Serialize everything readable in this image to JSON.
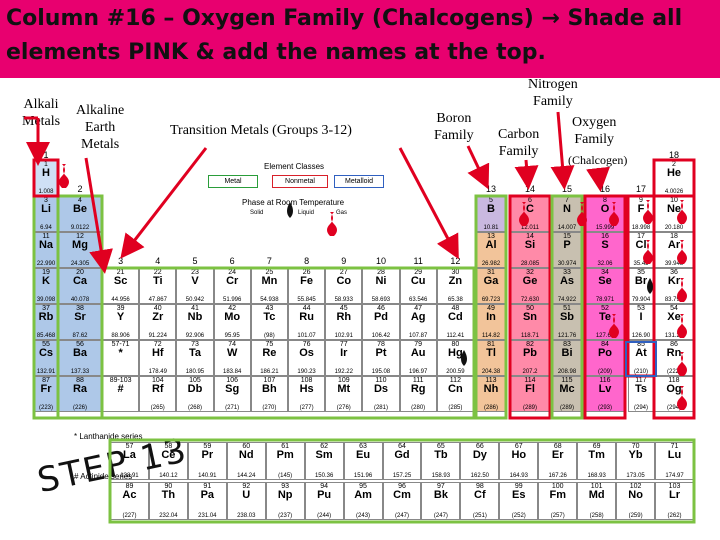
{
  "banner": {
    "line1": "Column #16 – Oxygen Family (Chalcogens) → Shade all",
    "line2": "elements PINK & add the names at the top."
  },
  "labels": {
    "alkali": "Alkali",
    "metals": "Metals",
    "alkaline1": "Alkaline",
    "alkaline2": "Earth",
    "alkaline3": "Metals",
    "transition": "Transition Metals (Groups 3-12)",
    "boron1": "Boron",
    "boron2": "Family",
    "carbon1": "Carbon",
    "carbon2": "Family",
    "nitrogen1": "Nitrogen",
    "nitrogen2": "Family",
    "oxygen1": "Oxygen",
    "oxygen2": "Family",
    "chalcogen": "(Chalcogen)"
  },
  "legend": {
    "title": "Element Classes",
    "metal": "Metal",
    "nonmetal": "Nonmetal",
    "metalloid": "Metalloid",
    "phase_title": "Phase at Room Temperature",
    "solid": "Solid",
    "liquid": "Liquid",
    "gas": "Gas"
  },
  "group_numbers": [
    "1",
    "2",
    "3",
    "4",
    "5",
    "6",
    "7",
    "8",
    "9",
    "10",
    "11",
    "12",
    "13",
    "14",
    "15",
    "16",
    "17",
    "18"
  ],
  "elements": [
    {
      "z": "1",
      "s": "H",
      "m": "1.008",
      "c": "#cfe0f5",
      "col": 1,
      "row": 1
    },
    {
      "z": "2",
      "s": "He",
      "m": "4.0026",
      "c": "#ffffff",
      "col": 18,
      "row": 1
    },
    {
      "z": "3",
      "s": "Li",
      "m": "6.94",
      "c": "#aec8e8",
      "col": 1,
      "row": 2
    },
    {
      "z": "4",
      "s": "Be",
      "m": "9.0122",
      "c": "#aec8e8",
      "col": 2,
      "row": 2
    },
    {
      "z": "5",
      "s": "B",
      "m": "10.81",
      "c": "#c9b8e0",
      "col": 13,
      "row": 2
    },
    {
      "z": "6",
      "s": "C",
      "m": "12.011",
      "c": "#ff8aa8",
      "col": 14,
      "row": 2
    },
    {
      "z": "7",
      "s": "N",
      "m": "14.007",
      "c": "#c8c0b0",
      "col": 15,
      "row": 2
    },
    {
      "z": "8",
      "s": "O",
      "m": "15.999",
      "c": "#ff66cc",
      "col": 16,
      "row": 2
    },
    {
      "z": "9",
      "s": "F",
      "m": "18.998",
      "c": "#ffffff",
      "col": 17,
      "row": 2
    },
    {
      "z": "10",
      "s": "Ne",
      "m": "20.180",
      "c": "#ffffff",
      "col": 18,
      "row": 2
    },
    {
      "z": "11",
      "s": "Na",
      "m": "22.990",
      "c": "#aec8e8",
      "col": 1,
      "row": 3
    },
    {
      "z": "12",
      "s": "Mg",
      "m": "24.305",
      "c": "#aec8e8",
      "col": 2,
      "row": 3
    },
    {
      "z": "13",
      "s": "Al",
      "m": "26.982",
      "c": "#f2c49a",
      "col": 13,
      "row": 3
    },
    {
      "z": "14",
      "s": "Si",
      "m": "28.085",
      "c": "#ff8aa8",
      "col": 14,
      "row": 3
    },
    {
      "z": "15",
      "s": "P",
      "m": "30.974",
      "c": "#c8c0b0",
      "col": 15,
      "row": 3
    },
    {
      "z": "16",
      "s": "S",
      "m": "32.06",
      "c": "#ff66cc",
      "col": 16,
      "row": 3
    },
    {
      "z": "17",
      "s": "Cl",
      "m": "35.45",
      "c": "#ffffff",
      "col": 17,
      "row": 3
    },
    {
      "z": "18",
      "s": "Ar",
      "m": "39.948",
      "c": "#ffffff",
      "col": 18,
      "row": 3
    },
    {
      "z": "19",
      "s": "K",
      "m": "39.098",
      "c": "#aec8e8",
      "col": 1,
      "row": 4
    },
    {
      "z": "20",
      "s": "Ca",
      "m": "40.078",
      "c": "#aec8e8",
      "col": 2,
      "row": 4
    },
    {
      "z": "21",
      "s": "Sc",
      "m": "44.956",
      "c": "#ffffff",
      "col": 3,
      "row": 4
    },
    {
      "z": "22",
      "s": "Ti",
      "m": "47.867",
      "c": "#ffffff",
      "col": 4,
      "row": 4
    },
    {
      "z": "23",
      "s": "V",
      "m": "50.942",
      "c": "#ffffff",
      "col": 5,
      "row": 4
    },
    {
      "z": "24",
      "s": "Cr",
      "m": "51.996",
      "c": "#ffffff",
      "col": 6,
      "row": 4
    },
    {
      "z": "25",
      "s": "Mn",
      "m": "54.938",
      "c": "#ffffff",
      "col": 7,
      "row": 4
    },
    {
      "z": "26",
      "s": "Fe",
      "m": "55.845",
      "c": "#ffffff",
      "col": 8,
      "row": 4
    },
    {
      "z": "27",
      "s": "Co",
      "m": "58.933",
      "c": "#ffffff",
      "col": 9,
      "row": 4
    },
    {
      "z": "28",
      "s": "Ni",
      "m": "58.693",
      "c": "#ffffff",
      "col": 10,
      "row": 4
    },
    {
      "z": "29",
      "s": "Cu",
      "m": "63.546",
      "c": "#ffffff",
      "col": 11,
      "row": 4
    },
    {
      "z": "30",
      "s": "Zn",
      "m": "65.38",
      "c": "#ffffff",
      "col": 12,
      "row": 4
    },
    {
      "z": "31",
      "s": "Ga",
      "m": "69.723",
      "c": "#f2c49a",
      "col": 13,
      "row": 4
    },
    {
      "z": "32",
      "s": "Ge",
      "m": "72.630",
      "c": "#ff8aa8",
      "col": 14,
      "row": 4
    },
    {
      "z": "33",
      "s": "As",
      "m": "74.922",
      "c": "#c8c0b0",
      "col": 15,
      "row": 4
    },
    {
      "z": "34",
      "s": "Se",
      "m": "78.971",
      "c": "#ff66cc",
      "col": 16,
      "row": 4
    },
    {
      "z": "35",
      "s": "Br",
      "m": "79.904",
      "c": "#ffffff",
      "col": 17,
      "row": 4
    },
    {
      "z": "36",
      "s": "Kr",
      "m": "83.798",
      "c": "#ffffff",
      "col": 18,
      "row": 4
    },
    {
      "z": "37",
      "s": "Rb",
      "m": "85.468",
      "c": "#aec8e8",
      "col": 1,
      "row": 5
    },
    {
      "z": "38",
      "s": "Sr",
      "m": "87.62",
      "c": "#aec8e8",
      "col": 2,
      "row": 5
    },
    {
      "z": "39",
      "s": "Y",
      "m": "88.906",
      "c": "#ffffff",
      "col": 3,
      "row": 5
    },
    {
      "z": "40",
      "s": "Zr",
      "m": "91.224",
      "c": "#ffffff",
      "col": 4,
      "row": 5
    },
    {
      "z": "41",
      "s": "Nb",
      "m": "92.906",
      "c": "#ffffff",
      "col": 5,
      "row": 5
    },
    {
      "z": "42",
      "s": "Mo",
      "m": "95.95",
      "c": "#ffffff",
      "col": 6,
      "row": 5
    },
    {
      "z": "43",
      "s": "Tc",
      "m": "(98)",
      "c": "#ffffff",
      "col": 7,
      "row": 5
    },
    {
      "z": "44",
      "s": "Ru",
      "m": "101.07",
      "c": "#ffffff",
      "col": 8,
      "row": 5
    },
    {
      "z": "45",
      "s": "Rh",
      "m": "102.91",
      "c": "#ffffff",
      "col": 9,
      "row": 5
    },
    {
      "z": "46",
      "s": "Pd",
      "m": "106.42",
      "c": "#ffffff",
      "col": 10,
      "row": 5
    },
    {
      "z": "47",
      "s": "Ag",
      "m": "107.87",
      "c": "#ffffff",
      "col": 11,
      "row": 5
    },
    {
      "z": "48",
      "s": "Cd",
      "m": "112.41",
      "c": "#ffffff",
      "col": 12,
      "row": 5
    },
    {
      "z": "49",
      "s": "In",
      "m": "114.82",
      "c": "#f2c49a",
      "col": 13,
      "row": 5
    },
    {
      "z": "50",
      "s": "Sn",
      "m": "118.71",
      "c": "#ff8aa8",
      "col": 14,
      "row": 5
    },
    {
      "z": "51",
      "s": "Sb",
      "m": "121.76",
      "c": "#c8c0b0",
      "col": 15,
      "row": 5
    },
    {
      "z": "52",
      "s": "Te",
      "m": "127.60",
      "c": "#ff66cc",
      "col": 16,
      "row": 5
    },
    {
      "z": "53",
      "s": "I",
      "m": "126.90",
      "c": "#ffffff",
      "col": 17,
      "row": 5
    },
    {
      "z": "54",
      "s": "Xe",
      "m": "131.29",
      "c": "#ffffff",
      "col": 18,
      "row": 5
    },
    {
      "z": "55",
      "s": "Cs",
      "m": "132.91",
      "c": "#aec8e8",
      "col": 1,
      "row": 6
    },
    {
      "z": "56",
      "s": "Ba",
      "m": "137.33",
      "c": "#aec8e8",
      "col": 2,
      "row": 6
    },
    {
      "z": "57-71",
      "s": "*",
      "m": "",
      "c": "#ffffff",
      "col": 3,
      "row": 6
    },
    {
      "z": "72",
      "s": "Hf",
      "m": "178.49",
      "c": "#ffffff",
      "col": 4,
      "row": 6
    },
    {
      "z": "73",
      "s": "Ta",
      "m": "180.95",
      "c": "#ffffff",
      "col": 5,
      "row": 6
    },
    {
      "z": "74",
      "s": "W",
      "m": "183.84",
      "c": "#ffffff",
      "col": 6,
      "row": 6
    },
    {
      "z": "75",
      "s": "Re",
      "m": "186.21",
      "c": "#ffffff",
      "col": 7,
      "row": 6
    },
    {
      "z": "76",
      "s": "Os",
      "m": "190.23",
      "c": "#ffffff",
      "col": 8,
      "row": 6
    },
    {
      "z": "77",
      "s": "Ir",
      "m": "192.22",
      "c": "#ffffff",
      "col": 9,
      "row": 6
    },
    {
      "z": "78",
      "s": "Pt",
      "m": "195.08",
      "c": "#ffffff",
      "col": 10,
      "row": 6
    },
    {
      "z": "79",
      "s": "Au",
      "m": "196.97",
      "c": "#ffffff",
      "col": 11,
      "row": 6
    },
    {
      "z": "80",
      "s": "Hg",
      "m": "200.59",
      "c": "#ffffff",
      "col": 12,
      "row": 6
    },
    {
      "z": "81",
      "s": "Tl",
      "m": "204.38",
      "c": "#f2c49a",
      "col": 13,
      "row": 6
    },
    {
      "z": "82",
      "s": "Pb",
      "m": "207.2",
      "c": "#ff8aa8",
      "col": 14,
      "row": 6
    },
    {
      "z": "83",
      "s": "Bi",
      "m": "208.98",
      "c": "#c8c0b0",
      "col": 15,
      "row": 6
    },
    {
      "z": "84",
      "s": "Po",
      "m": "(209)",
      "c": "#ff66cc",
      "col": 16,
      "row": 6
    },
    {
      "z": "85",
      "s": "At",
      "m": "(210)",
      "c": "#ffffff",
      "col": 17,
      "row": 6
    },
    {
      "z": "86",
      "s": "Rn",
      "m": "(222)",
      "c": "#ffffff",
      "col": 18,
      "row": 6
    },
    {
      "z": "87",
      "s": "Fr",
      "m": "(223)",
      "c": "#aec8e8",
      "col": 1,
      "row": 7
    },
    {
      "z": "88",
      "s": "Ra",
      "m": "(226)",
      "c": "#aec8e8",
      "col": 2,
      "row": 7
    },
    {
      "z": "89-103",
      "s": "#",
      "m": "",
      "c": "#ffffff",
      "col": 3,
      "row": 7
    },
    {
      "z": "104",
      "s": "Rf",
      "m": "(265)",
      "c": "#ffffff",
      "col": 4,
      "row": 7
    },
    {
      "z": "105",
      "s": "Db",
      "m": "(268)",
      "c": "#ffffff",
      "col": 5,
      "row": 7
    },
    {
      "z": "106",
      "s": "Sg",
      "m": "(271)",
      "c": "#ffffff",
      "col": 6,
      "row": 7
    },
    {
      "z": "107",
      "s": "Bh",
      "m": "(270)",
      "c": "#ffffff",
      "col": 7,
      "row": 7
    },
    {
      "z": "108",
      "s": "Hs",
      "m": "(277)",
      "c": "#ffffff",
      "col": 8,
      "row": 7
    },
    {
      "z": "109",
      "s": "Mt",
      "m": "(276)",
      "c": "#ffffff",
      "col": 9,
      "row": 7
    },
    {
      "z": "110",
      "s": "Ds",
      "m": "(281)",
      "c": "#ffffff",
      "col": 10,
      "row": 7
    },
    {
      "z": "111",
      "s": "Rg",
      "m": "(280)",
      "c": "#ffffff",
      "col": 11,
      "row": 7
    },
    {
      "z": "112",
      "s": "Cn",
      "m": "(285)",
      "c": "#ffffff",
      "col": 12,
      "row": 7
    },
    {
      "z": "113",
      "s": "Nh",
      "m": "(286)",
      "c": "#f2c49a",
      "col": 13,
      "row": 7
    },
    {
      "z": "114",
      "s": "Fl",
      "m": "(289)",
      "c": "#ff8aa8",
      "col": 14,
      "row": 7
    },
    {
      "z": "115",
      "s": "Mc",
      "m": "(289)",
      "c": "#c8c0b0",
      "col": 15,
      "row": 7
    },
    {
      "z": "116",
      "s": "Lv",
      "m": "(293)",
      "c": "#ff66cc",
      "col": 16,
      "row": 7
    },
    {
      "z": "117",
      "s": "Ts",
      "m": "(294)",
      "c": "#ffffff",
      "col": 17,
      "row": 7
    },
    {
      "z": "118",
      "s": "Og",
      "m": "(294)",
      "c": "#ffffff",
      "col": 18,
      "row": 7
    },
    {
      "z": "57",
      "s": "La",
      "m": "138.91",
      "c": "#ffffff",
      "col": 4,
      "row": 9
    },
    {
      "z": "58",
      "s": "Ce",
      "m": "140.12",
      "c": "#ffffff",
      "col": 5,
      "row": 9
    },
    {
      "z": "59",
      "s": "Pr",
      "m": "140.91",
      "c": "#ffffff",
      "col": 6,
      "row": 9
    },
    {
      "z": "60",
      "s": "Nd",
      "m": "144.24",
      "c": "#ffffff",
      "col": 7,
      "row": 9
    },
    {
      "z": "61",
      "s": "Pm",
      "m": "(145)",
      "c": "#ffffff",
      "col": 8,
      "row": 9
    },
    {
      "z": "62",
      "s": "Sm",
      "m": "150.36",
      "c": "#ffffff",
      "col": 9,
      "row": 9
    },
    {
      "z": "63",
      "s": "Eu",
      "m": "151.96",
      "c": "#ffffff",
      "col": 10,
      "row": 9
    },
    {
      "z": "64",
      "s": "Gd",
      "m": "157.25",
      "c": "#ffffff",
      "col": 11,
      "row": 9
    },
    {
      "z": "65",
      "s": "Tb",
      "m": "158.93",
      "c": "#ffffff",
      "col": 12,
      "row": 9
    },
    {
      "z": "66",
      "s": "Dy",
      "m": "162.50",
      "c": "#ffffff",
      "col": 13,
      "row": 9
    },
    {
      "z": "67",
      "s": "Ho",
      "m": "164.93",
      "c": "#ffffff",
      "col": 14,
      "row": 9
    },
    {
      "z": "68",
      "s": "Er",
      "m": "167.26",
      "c": "#ffffff",
      "col": 15,
      "row": 9
    },
    {
      "z": "69",
      "s": "Tm",
      "m": "168.93",
      "c": "#ffffff",
      "col": 16,
      "row": 9
    },
    {
      "z": "70",
      "s": "Yb",
      "m": "173.05",
      "c": "#ffffff",
      "col": 17,
      "row": 9
    },
    {
      "z": "71",
      "s": "Lu",
      "m": "174.97",
      "c": "#ffffff",
      "col": 18,
      "row": 9
    },
    {
      "z": "89",
      "s": "Ac",
      "m": "(227)",
      "c": "#ffffff",
      "col": 4,
      "row": 10
    },
    {
      "z": "90",
      "s": "Th",
      "m": "232.04",
      "c": "#ffffff",
      "col": 5,
      "row": 10
    },
    {
      "z": "91",
      "s": "Pa",
      "m": "231.04",
      "c": "#ffffff",
      "col": 6,
      "row": 10
    },
    {
      "z": "92",
      "s": "U",
      "m": "238.03",
      "c": "#ffffff",
      "col": 7,
      "row": 10
    },
    {
      "z": "93",
      "s": "Np",
      "m": "(237)",
      "c": "#ffffff",
      "col": 8,
      "row": 10
    },
    {
      "z": "94",
      "s": "Pu",
      "m": "(244)",
      "c": "#ffffff",
      "col": 9,
      "row": 10
    },
    {
      "z": "95",
      "s": "Am",
      "m": "(243)",
      "c": "#ffffff",
      "col": 10,
      "row": 10
    },
    {
      "z": "96",
      "s": "Cm",
      "m": "(247)",
      "c": "#ffffff",
      "col": 11,
      "row": 10
    },
    {
      "z": "97",
      "s": "Bk",
      "m": "(247)",
      "c": "#ffffff",
      "col": 12,
      "row": 10
    },
    {
      "z": "98",
      "s": "Cf",
      "m": "(251)",
      "c": "#ffffff",
      "col": 13,
      "row": 10
    },
    {
      "z": "99",
      "s": "Es",
      "m": "(252)",
      "c": "#ffffff",
      "col": 14,
      "row": 10
    },
    {
      "z": "100",
      "s": "Fm",
      "m": "(257)",
      "c": "#ffffff",
      "col": 15,
      "row": 10
    },
    {
      "z": "101",
      "s": "Md",
      "m": "(258)",
      "c": "#ffffff",
      "col": 16,
      "row": 10
    },
    {
      "z": "102",
      "s": "No",
      "m": "(259)",
      "c": "#ffffff",
      "col": 17,
      "row": 10
    },
    {
      "z": "103",
      "s": "Lr",
      "m": "(262)",
      "c": "#ffffff",
      "col": 18,
      "row": 10
    }
  ],
  "lanthanide_note": "* Lanthanide series",
  "actinide_note": "# Actinide series",
  "step": "STEP 13",
  "colors": {
    "banner": "#e8006f",
    "arrow_red": "#e00020",
    "outline_green": "#7cc242",
    "outline_red": "#e00020",
    "oxygen_pink": "#ff66cc"
  }
}
